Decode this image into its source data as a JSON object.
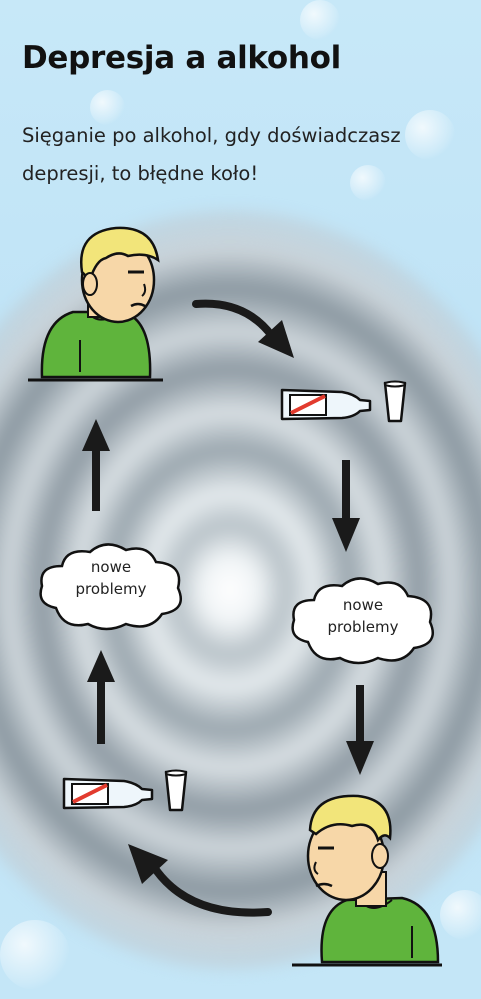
{
  "header": {
    "title": "Depresja a alkohol",
    "subtitle": "Sięganie po alkohol, gdy doświadczasz depresji, to błędne koło!"
  },
  "cycle": {
    "cloud_left": {
      "line1": "nowe",
      "line2": "problemy"
    },
    "cloud_right": {
      "line1": "nowe",
      "line2": "problemy"
    }
  },
  "colors": {
    "background": "#c4e6f7",
    "shirt": "#5fb43c",
    "hair": "#f2e57a",
    "skin": "#f7d7a8",
    "arrow": "#1a1a1a",
    "bottle_label": "#e23b2e"
  },
  "icons": [
    "sad-man-icon",
    "bottle-icon",
    "glass-icon",
    "cloud-icon",
    "arrow-icon"
  ]
}
